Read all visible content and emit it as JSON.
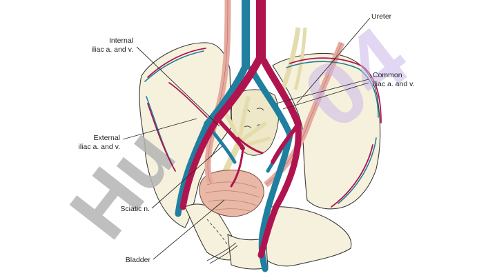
{
  "diagram": {
    "labels": {
      "ureter": "Ureter",
      "internal_line1": "Internal",
      "internal_line2": "iliac a. and v.",
      "common_line1": "Common",
      "common_line2": "iliac a. and v.",
      "external_line1": "External",
      "external_line2": "iliac a. and v.",
      "sciatic": "Sciatic n.",
      "bladder": "Bladder"
    },
    "watermark": {
      "left": "Hu",
      "right": "04"
    }
  },
  "colors": {
    "artery": "#b0144f",
    "vein": "#1f7fa0",
    "ureter": "#e7aaa0",
    "bone": "#f6f1dc",
    "nerve": "#e5dcad",
    "bladder": "#e9b8a6",
    "watermark_gray": "#b4b4b4",
    "watermark_purple": "#c9b8ea"
  }
}
